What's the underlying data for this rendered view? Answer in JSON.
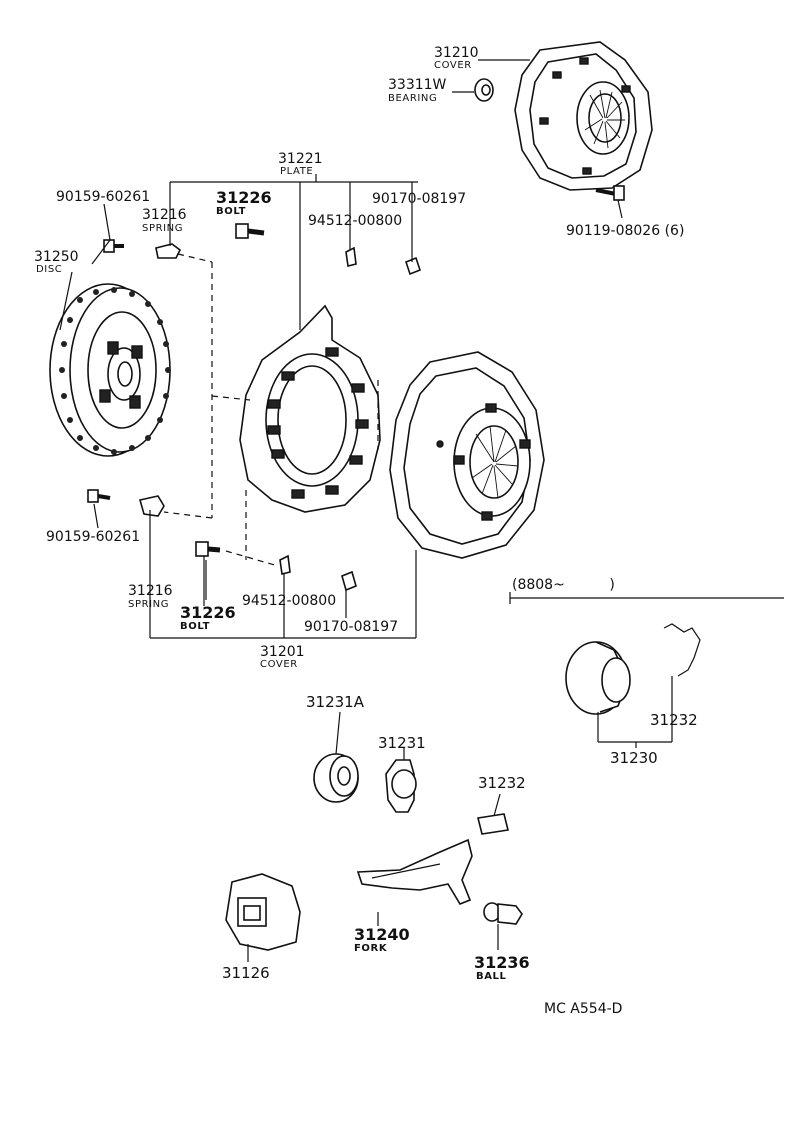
{
  "labels": {
    "cover_top_pn": "31210",
    "cover_top_name": "COVER",
    "bearing_pn": "33311W",
    "bearing_name": "BEARING",
    "plate_pn": "31221",
    "plate_name": "PLATE",
    "bolt_top_left_pn": "90159-60261",
    "spring_top_pn": "31216",
    "spring_top_name": "SPRING",
    "bolt_top_pn": "31226",
    "bolt_top_name": "BOLT",
    "clip_top_pn": "94512-00800",
    "nut_top_pn": "90170-08197",
    "bolt_cover_pn": "90119-08026 (6)",
    "disc_pn": "31250",
    "disc_name": "DISC",
    "bolt_bottom_left_pn": "90159-60261",
    "spring_bottom_pn": "31216",
    "spring_bottom_name": "SPRING",
    "bolt_bottom_pn": "31226",
    "bolt_bottom_name": "BOLT",
    "clip_bottom_pn": "94512-00800",
    "nut_bottom_pn": "90170-08197",
    "cover_bottom_pn": "31201",
    "cover_bottom_name": "COVER",
    "date_range": "(8808~          )",
    "release_clip_pn": "31232",
    "release_assy_pn": "31230",
    "hub_bearing_pn": "31231A",
    "hub_pn": "31231",
    "hub_clip_pn": "31232",
    "fork_pn": "31240",
    "fork_name": "FORK",
    "boot_pn": "31126",
    "ball_pn": "31236",
    "ball_name": "BALL",
    "diagram_code": "MC A554-D"
  }
}
